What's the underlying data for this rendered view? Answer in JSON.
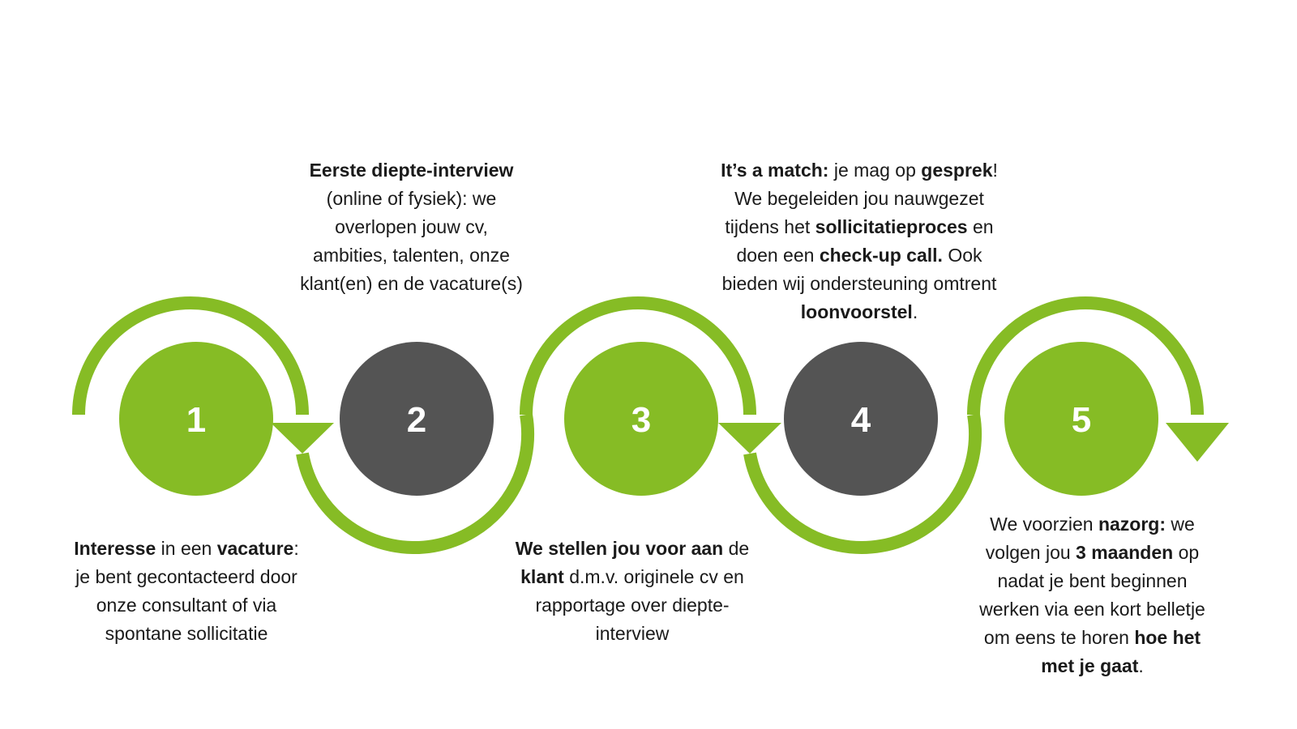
{
  "colors": {
    "green": "#86bc25",
    "gray": "#545454",
    "white": "#ffffff",
    "text": "#1a1a1a"
  },
  "steps": [
    {
      "number": "1",
      "color": "green",
      "text": [
        {
          "t": "Interesse",
          "b": true
        },
        {
          "t": " in een "
        },
        {
          "t": "vacature",
          "b": true
        },
        {
          "t": ":"
        },
        {
          "br": true
        },
        {
          "t": "je bent gecontacteerd door"
        },
        {
          "br": true
        },
        {
          "t": "onze consultant of via"
        },
        {
          "br": true
        },
        {
          "t": "spontane sollicitatie"
        }
      ]
    },
    {
      "number": "2",
      "color": "gray",
      "text": [
        {
          "t": "Eerste diepte-interview",
          "b": true
        },
        {
          "br": true
        },
        {
          "t": "(online of fysiek): we"
        },
        {
          "br": true
        },
        {
          "t": "overlopen jouw cv,"
        },
        {
          "br": true
        },
        {
          "t": "ambities, talenten, onze"
        },
        {
          "br": true
        },
        {
          "t": "klant(en) en de vacature(s)"
        }
      ]
    },
    {
      "number": "3",
      "color": "green",
      "text": [
        {
          "t": "We stellen jou voor aan",
          "b": true
        },
        {
          "t": " de"
        },
        {
          "br": true
        },
        {
          "t": "klant",
          "b": true
        },
        {
          "t": " d.m.v. originele cv en"
        },
        {
          "br": true
        },
        {
          "t": "rapportage over diepte-"
        },
        {
          "br": true
        },
        {
          "t": "interview"
        }
      ]
    },
    {
      "number": "4",
      "color": "gray",
      "text": [
        {
          "t": "It’s a match:",
          "b": true
        },
        {
          "t": " je mag op "
        },
        {
          "t": "gesprek",
          "b": true
        },
        {
          "t": "!"
        },
        {
          "br": true
        },
        {
          "t": "We begeleiden jou nauwgezet"
        },
        {
          "br": true
        },
        {
          "t": "tijdens het "
        },
        {
          "t": "sollicitatieproces",
          "b": true
        },
        {
          "t": " en"
        },
        {
          "br": true
        },
        {
          "t": "doen een "
        },
        {
          "t": "check-up call.",
          "b": true
        },
        {
          "t": " Ook"
        },
        {
          "br": true
        },
        {
          "t": "bieden wij ondersteuning omtrent"
        },
        {
          "br": true
        },
        {
          "t": "loonvoorstel",
          "b": true
        },
        {
          "t": "."
        }
      ]
    },
    {
      "number": "5",
      "color": "green",
      "text": [
        {
          "t": "We voorzien "
        },
        {
          "t": "nazorg:",
          "b": true
        },
        {
          "t": " we"
        },
        {
          "br": true
        },
        {
          "t": "volgen jou "
        },
        {
          "t": "3 maanden",
          "b": true
        },
        {
          "t": " op"
        },
        {
          "br": true
        },
        {
          "t": "nadat je bent beginnen"
        },
        {
          "br": true
        },
        {
          "t": "werken via een kort belletje"
        },
        {
          "br": true
        },
        {
          "t": "om eens te horen "
        },
        {
          "t": "hoe het",
          "b": true
        },
        {
          "br": true
        },
        {
          "t": "met je gaat",
          "b": true
        },
        {
          "t": "."
        }
      ]
    }
  ]
}
